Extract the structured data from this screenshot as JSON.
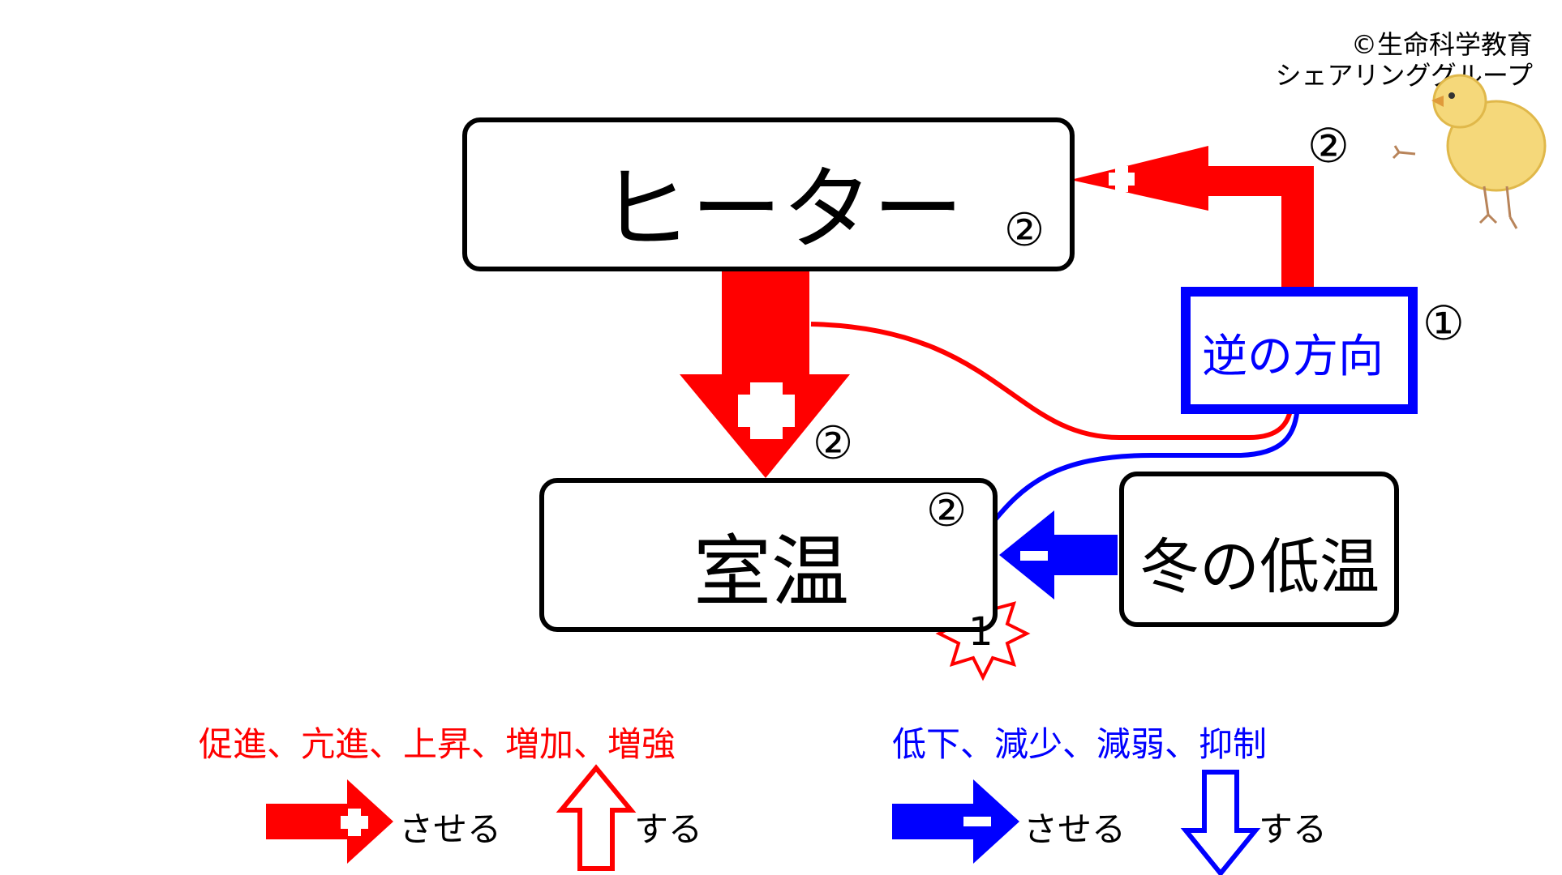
{
  "credit": {
    "line1": "©生命科学教育",
    "line2": "シェアリンググループ"
  },
  "nodes": {
    "heater": "ヒーター",
    "room_temp": "室温",
    "winter_low_temp": "冬の低温",
    "reverse_direction": "逆の方向"
  },
  "markers": {
    "two": "②",
    "one": "①",
    "burst_one": "1"
  },
  "legend": {
    "red_terms": "促進、亢進、上昇、増加、増強",
    "blue_terms": "低下、減少、減弱、抑制",
    "saseru": "させる",
    "suru": "する"
  },
  "colors": {
    "promote": "#ff0000",
    "suppress": "#0000ff",
    "line": "#000000"
  },
  "icons": [
    "plus-icon",
    "minus-icon",
    "up-arrow-icon",
    "down-arrow-icon",
    "starburst-icon",
    "chick-illustration"
  ]
}
